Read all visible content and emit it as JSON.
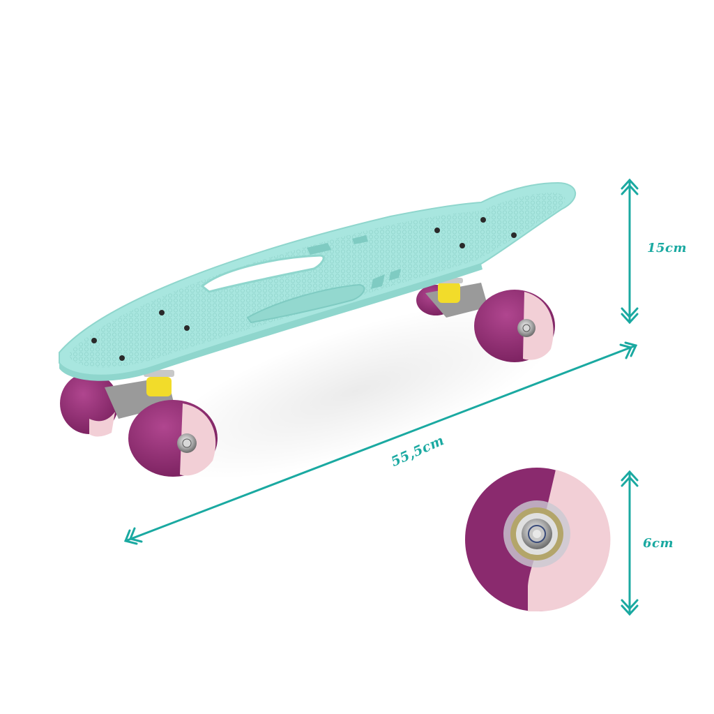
{
  "image": {
    "subject": "Penny-style mini cruiser skateboard with carry handle, product dimension diagram",
    "background": "#ffffff"
  },
  "colors": {
    "deck": "#a8e6df",
    "deck_edge": "#8fd6cd",
    "deck_texture": "#93d8cf",
    "wheel_dark": "#8a2a6e",
    "wheel_light": "#f2cfd6",
    "bushing": "#f2dc2a",
    "truck_metal": "#b8b8b8",
    "dimension_line": "#1aa9a1"
  },
  "dimensions": {
    "height": {
      "label": "15cm"
    },
    "length": {
      "label": "55,5cm"
    },
    "wheel_diameter": {
      "label": "6cm"
    }
  },
  "icons": {
    "height_arrow": "double-chevron-vertical-arrow",
    "length_arrow": "double-chevron-diagonal-arrow",
    "wheel_arrow": "double-chevron-vertical-arrow"
  }
}
